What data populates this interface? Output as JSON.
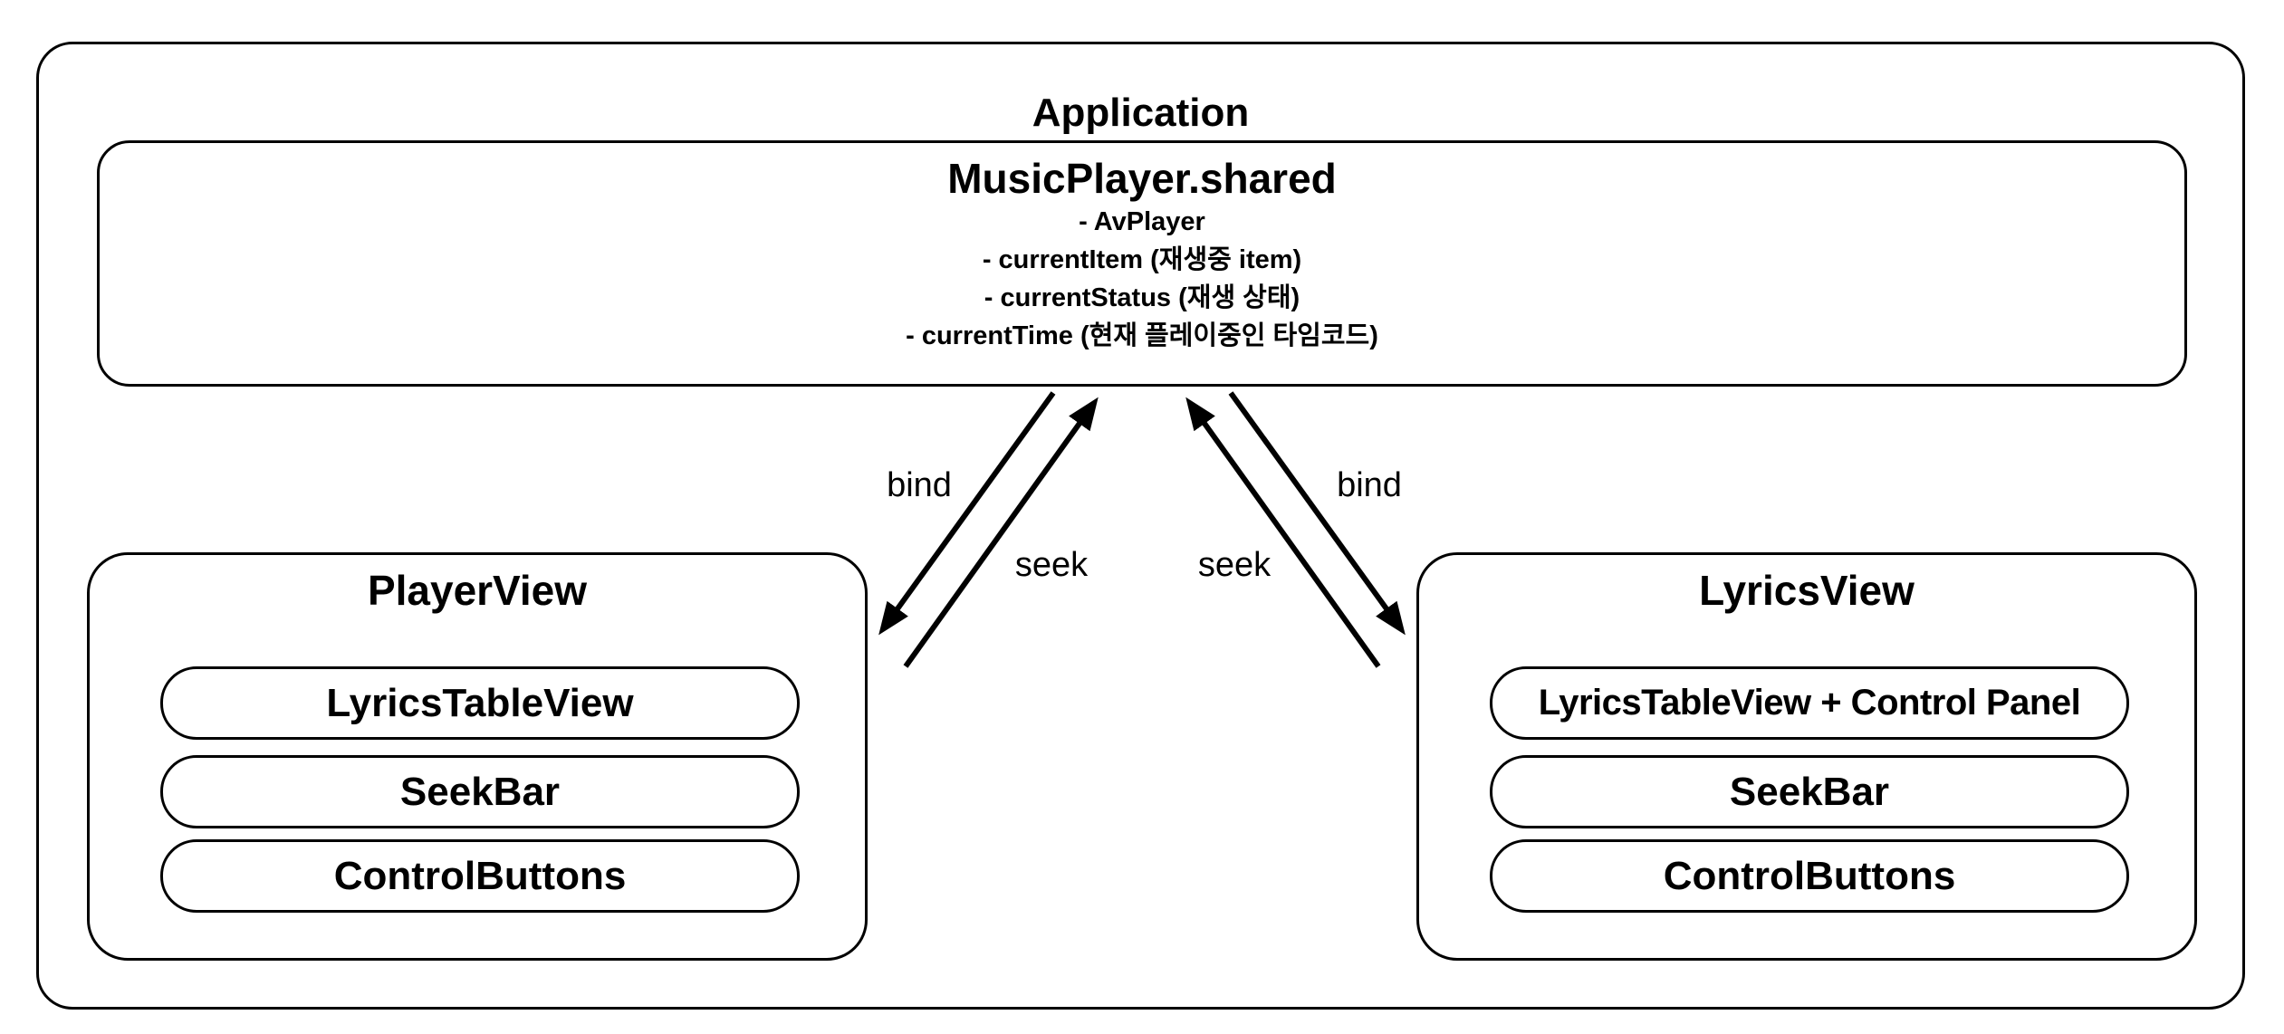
{
  "app": {
    "title": "Application"
  },
  "music_player": {
    "title": "MusicPlayer.shared",
    "items": [
      "- AvPlayer",
      "- currentItem (재생중 item)",
      "- currentStatus (재생 상태)",
      "- currentTime (현재 플레이중인 타임코드)"
    ]
  },
  "player_view": {
    "title": "PlayerView",
    "components": [
      "LyricsTableView",
      "SeekBar",
      "ControlButtons"
    ]
  },
  "lyrics_view": {
    "title": "LyricsView",
    "components": [
      "LyricsTableView + Control Panel",
      "SeekBar",
      "ControlButtons"
    ]
  },
  "arrows": {
    "left": {
      "bind": "bind",
      "seek": "seek"
    },
    "right": {
      "bind": "bind",
      "seek": "seek"
    }
  },
  "colors": {
    "stroke": "#000000",
    "background": "#ffffff"
  }
}
